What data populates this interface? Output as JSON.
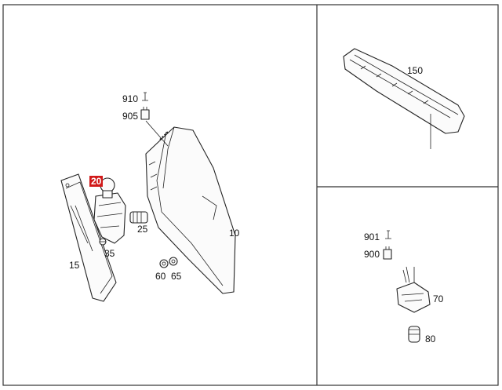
{
  "callouts": {
    "c910": "910",
    "c905": "905",
    "c20": "20",
    "c25": "25",
    "c35": "35",
    "c15": "15",
    "c10": "10",
    "c60": "60",
    "c65": "65",
    "c150": "150",
    "c901": "901",
    "c900": "900",
    "c70": "70",
    "c80": "80"
  },
  "highlight": {
    "color": "#d11a1a",
    "part": "20"
  },
  "icons": {
    "screw": "screw-icon",
    "connector": "connector-icon"
  }
}
